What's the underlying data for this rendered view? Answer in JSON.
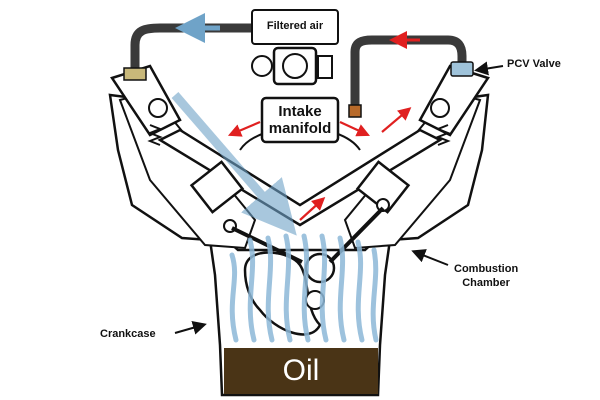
{
  "labels": {
    "filtered_air": "Filtered air",
    "intake_line1": "Intake",
    "intake_line2": "manifold",
    "pcv_valve": "PCV Valve",
    "combustion_line1": "Combustion",
    "combustion_line2": "Chamber",
    "crankcase": "Crankcase",
    "oil": "Oil"
  },
  "colors": {
    "outline": "#111111",
    "hose": "#3a3a3a",
    "airflow_blue": "#6fa3c8",
    "blowby_blue": "#8db8d8",
    "arrow_red": "#e02020",
    "oil": "#4a3416",
    "pcv_orange": "#b86a2a",
    "filter_connector": "#c8b87a"
  }
}
